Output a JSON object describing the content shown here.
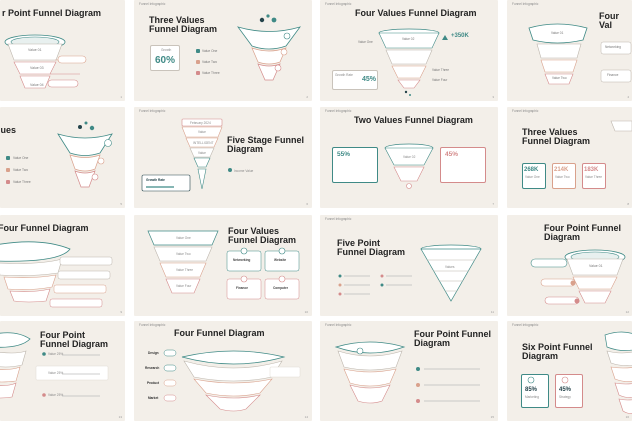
{
  "colors": {
    "teal": "#3f8a86",
    "pink": "#d48b8b",
    "salmon": "#d9a18c",
    "dark": "#24434a",
    "bg": "#f3efe9",
    "line": "#bdb6ad"
  },
  "header_label": "Funnel Infographic",
  "slides": [
    {
      "title": "r Point Funnel Diagram",
      "labels": [
        "Value 01",
        "Value 03",
        "Value 04"
      ],
      "page": "1"
    },
    {
      "title": "Three Values Funnel Diagram",
      "percent": "60%",
      "percent_label": "Growth",
      "items": [
        "Value One",
        "Value Two",
        "Value Three"
      ],
      "page": "2"
    },
    {
      "title": "Four Values Funnel Diagram",
      "labels": [
        "Value One",
        "Value 02",
        "Value Three",
        "Value Four"
      ],
      "stat1": "+350K",
      "stat2": "45%",
      "stat2_label": "Growth Rate",
      "page": "3"
    },
    {
      "title": "Four Val",
      "labels": [
        "Value 01",
        "Networking",
        "Value Two",
        "Finance"
      ],
      "page": "4"
    },
    {
      "title": "lues",
      "items": [
        "Value One",
        "Value Two",
        "Value Three"
      ],
      "page": "5"
    },
    {
      "title": "Five Stage Funnel Diagram",
      "stages": [
        "February 2024",
        "Value",
        "INTELLIGENT",
        "Value"
      ],
      "box_label": "Growth Rate",
      "legend": "Income Value",
      "page": "6"
    },
    {
      "title": "Two Values Funnel Diagram",
      "left_val": "55%",
      "right_val": "45%",
      "center": "Value 02",
      "page": "7"
    },
    {
      "title": "Three Values Funnel Diagram",
      "stats": [
        {
          "value": "268K",
          "label": "Value One"
        },
        {
          "value": "214K",
          "label": "Value Two"
        },
        {
          "value": "183K",
          "label": "Value Three"
        }
      ],
      "page": "8"
    },
    {
      "title": "Four Funnel Diagram",
      "page": "9"
    },
    {
      "title": "Four Values Funnel Diagram",
      "stages": [
        "Value One",
        "Value Two",
        "Value Three",
        "Value Four"
      ],
      "tags": [
        "Networking",
        "Website",
        "Finance",
        "Computer"
      ],
      "page": "10"
    },
    {
      "title": "Five Point Funnel Diagram",
      "center": "Values",
      "page": "11"
    },
    {
      "title": "Four Point Funnel Diagram",
      "label": "Value 01",
      "page": "12"
    },
    {
      "title": "Four Point Funnel Diagram",
      "values": [
        "Value 25%",
        "Value 25%",
        "Value 25%"
      ],
      "page": "13"
    },
    {
      "title": "Four Funnel Diagram",
      "labels": [
        "Design",
        "Research",
        "Product",
        "Market"
      ],
      "page": "14"
    },
    {
      "title": "Four Point Funnel Diagram",
      "page": "15"
    },
    {
      "title": "Six Point Funnel Diagram",
      "pct1": "85%",
      "pct1_label": "Marketing",
      "pct2": "45%",
      "pct2_label": "Strategy",
      "page": "16"
    }
  ]
}
